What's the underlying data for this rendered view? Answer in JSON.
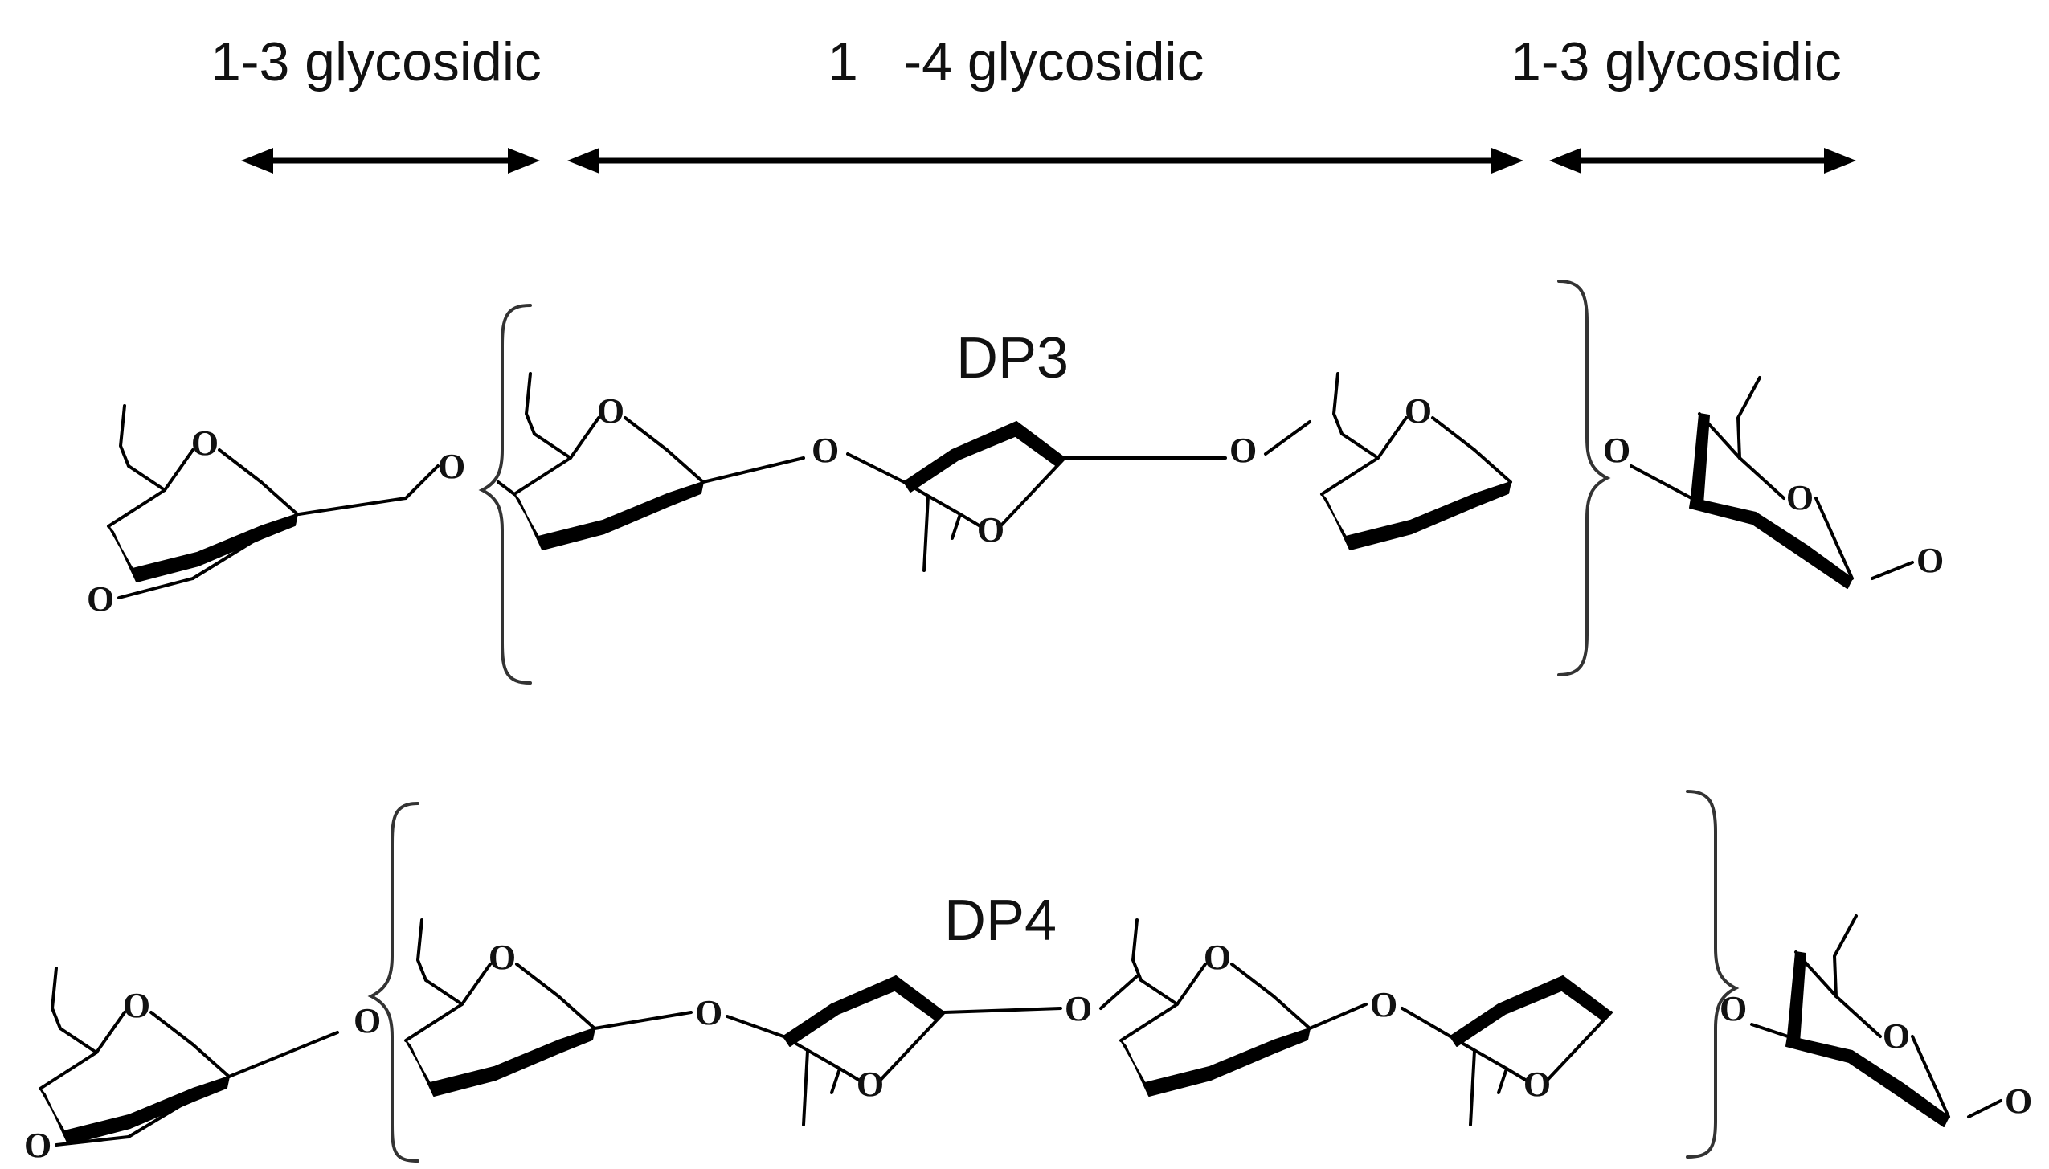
{
  "header": {
    "left_linkage": "1-3 glycosidic",
    "middle_linkage": "1   -4 glycosidic",
    "right_linkage": "1-3 glycosidic"
  },
  "dp3": {
    "label": "DP3"
  },
  "dp4": {
    "label": "DP4"
  },
  "atoms": {
    "oxygen": "O"
  }
}
